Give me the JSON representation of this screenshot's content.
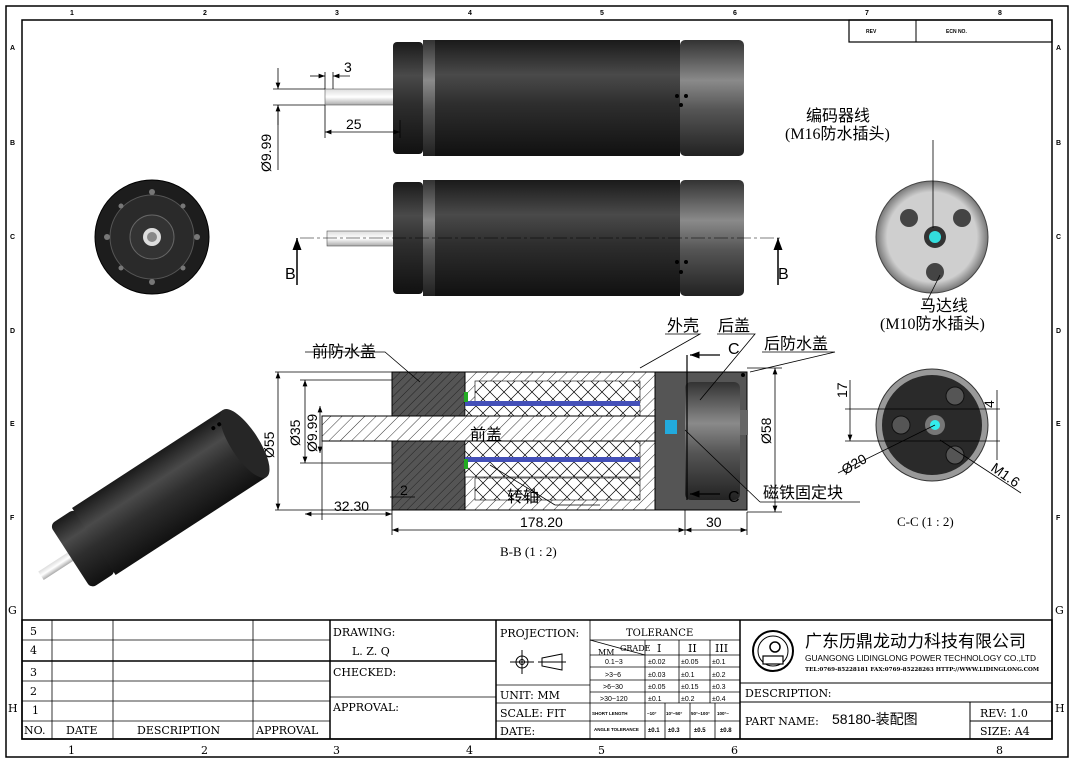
{
  "sheet": {
    "columns": [
      "1",
      "2",
      "3",
      "4",
      "5",
      "6",
      "7",
      "8"
    ],
    "rows": [
      "A",
      "B",
      "C",
      "D",
      "E",
      "F",
      "G",
      "H"
    ],
    "rev_header": {
      "rev": "REV",
      "ecn": "ECN  NO."
    }
  },
  "views": {
    "top_dims": {
      "d1": "3",
      "d2": "25",
      "d3": "Ø9.99"
    },
    "section_marker": "B",
    "rear_labels": {
      "encoder": "编码器线",
      "encoder_plug": "(M16防水插头)",
      "motor": "马达线",
      "motor_plug": "(M10防水插头)"
    },
    "section": {
      "title": "B-B (1 : 2)",
      "labels": {
        "front_cover": "前防水盖",
        "shell": "外壳",
        "rear_cover": "后盖",
        "rear_water_cover": "后防水盖",
        "front_lid": "前盖",
        "shaft": "转轴",
        "magnet_block": "磁铁固定块",
        "cut_marker": "C"
      },
      "dims": {
        "d55": "Ø55",
        "d35": "Ø35",
        "d999": "Ø9.99",
        "d58": "Ø58",
        "l2": "2",
        "l3230": "32.30",
        "l17820": "178.20",
        "l30": "30"
      }
    },
    "cc": {
      "title": "C-C (1 : 2)",
      "dims": {
        "d17": "17",
        "d4": "4",
        "d20": "Ø20",
        "m16": "M1.6"
      }
    }
  },
  "title_block": {
    "revisions": {
      "rows": [
        "5",
        "4",
        "3",
        "2",
        "1"
      ],
      "headers": {
        "no": "NO.",
        "date": "DATE",
        "description": "DESCRIPTION",
        "approval": "APPROVAL"
      }
    },
    "drawing_label": "DRAWING:",
    "drawing_value": "L. Z. Q",
    "checked_label": "CHECKED:",
    "approval_label": "APPROVAL:",
    "projection_label": "PROJECTION:",
    "unit": "UNIT:  MM",
    "scale": "SCALE: FIT",
    "date": "DATE:",
    "tolerance": {
      "title": "TOLERANCE",
      "mm": "MM",
      "grade": "GRADE",
      "grades": [
        "I",
        "II",
        "III"
      ],
      "rows": [
        {
          "range": "0.1~3",
          "values": [
            "±0.02",
            "±0.05",
            "±0.1"
          ]
        },
        {
          "range": ">3~6",
          "values": [
            "±0.03",
            "±0.1",
            "±0.2"
          ]
        },
        {
          "range": ">6~30",
          "values": [
            "±0.05",
            "±0.15",
            "±0.3"
          ]
        },
        {
          "range": ">30~120",
          "values": [
            "±0.1",
            "±0.2",
            "±0.4"
          ]
        }
      ],
      "short_length": "SHORT LENGTH",
      "short_values": [
        "~10°",
        "10°~50°",
        "50°~100°",
        "100°~"
      ],
      "angle_tolerance": "ANGLE TOLERANCE",
      "angle_values": [
        "±0.1",
        "±0.3",
        "±0.5",
        "±0.8"
      ]
    },
    "company": {
      "name_cn": "广东历鼎龙动力科技有限公司",
      "name_en": "GUANGONG LIDINGLONG POWER TECHNOLOGY CO.,LTD",
      "contact": "TEL:0769-85228181  FAX:0769-85228263  HTTP://WWW.LIDINGLONG.COM"
    },
    "description_label": "DESCRIPTION:",
    "part_name_label": "PART NAME:",
    "part_name": "58180-装配图",
    "rev": "REV: 1.0",
    "size": "SIZE: A4"
  }
}
